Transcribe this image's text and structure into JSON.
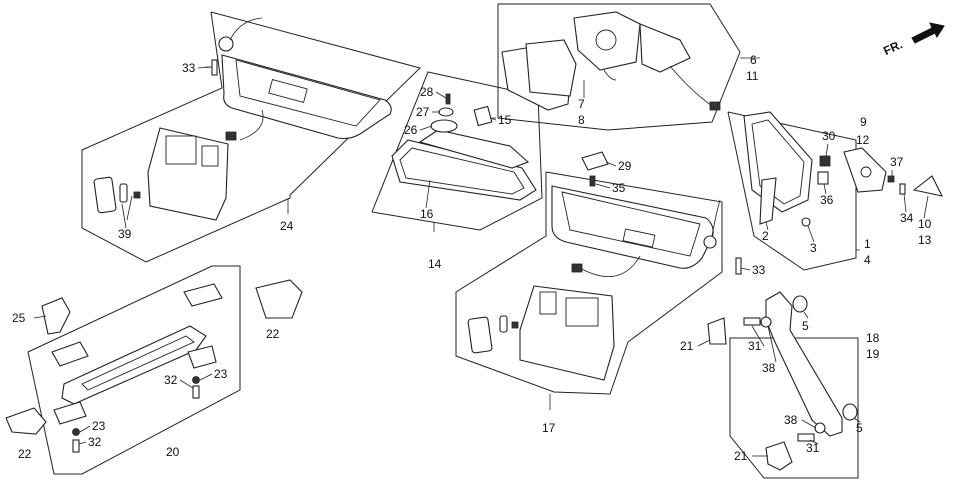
{
  "direction_label": "FR.",
  "callouts": {
    "c1": "1",
    "c2": "2",
    "c3": "3",
    "c4": "4",
    "c5a": "5",
    "c5b": "5",
    "c6": "6",
    "c7": "7",
    "c8": "8",
    "c9": "9",
    "c10": "10",
    "c11": "11",
    "c12": "12",
    "c13": "13",
    "c14": "14",
    "c15": "15",
    "c16": "16",
    "c17": "17",
    "c18": "18",
    "c19": "19",
    "c20": "20",
    "c21a": "21",
    "c21b": "21",
    "c22a": "22",
    "c22b": "22",
    "c23a": "23",
    "c23b": "23",
    "c24": "24",
    "c25": "25",
    "c26": "26",
    "c27": "27",
    "c28": "28",
    "c29": "29",
    "c30": "30",
    "c31a": "31",
    "c31b": "31",
    "c32a": "32",
    "c32b": "32",
    "c33a": "33",
    "c33b": "33",
    "c34": "34",
    "c35": "35",
    "c36": "36",
    "c37": "37",
    "c38a": "38",
    "c38b": "38",
    "c39": "39"
  }
}
